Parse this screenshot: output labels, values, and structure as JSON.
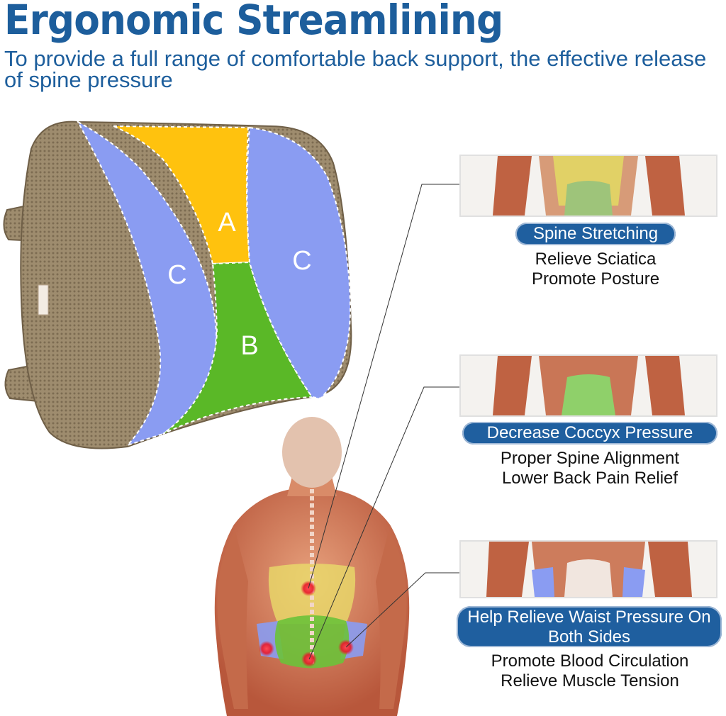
{
  "header": {
    "title": "Ergonomic Streamlining",
    "subtitle": "To provide a full range of comfortable back support, the effective release of spine pressure"
  },
  "cushion": {
    "zone_a": "A",
    "zone_b": "B",
    "zone_c_left": "C",
    "zone_c_right": "C"
  },
  "benefits": [
    {
      "badge": "Spine Stretching",
      "line1": "Relieve Sciatica",
      "line2": "Promote Posture"
    },
    {
      "badge": "Decrease Coccyx Pressure",
      "line1": "Proper Spine Alignment",
      "line2": "Lower Back Pain Relief"
    },
    {
      "badge": "Help Relieve Waist Pressure On Both Sides",
      "line1": "Promote Blood Circulation",
      "line2": "Relieve Muscle Tension"
    }
  ],
  "colors": {
    "title": "#1d5e9c",
    "badge": "#1f5f9f",
    "zone_a": "#ffc20e",
    "zone_b": "#5ab827",
    "zone_c": "#8a9cf2",
    "mesh": "#9e8c6e",
    "pressure_point": "#e8182a"
  }
}
